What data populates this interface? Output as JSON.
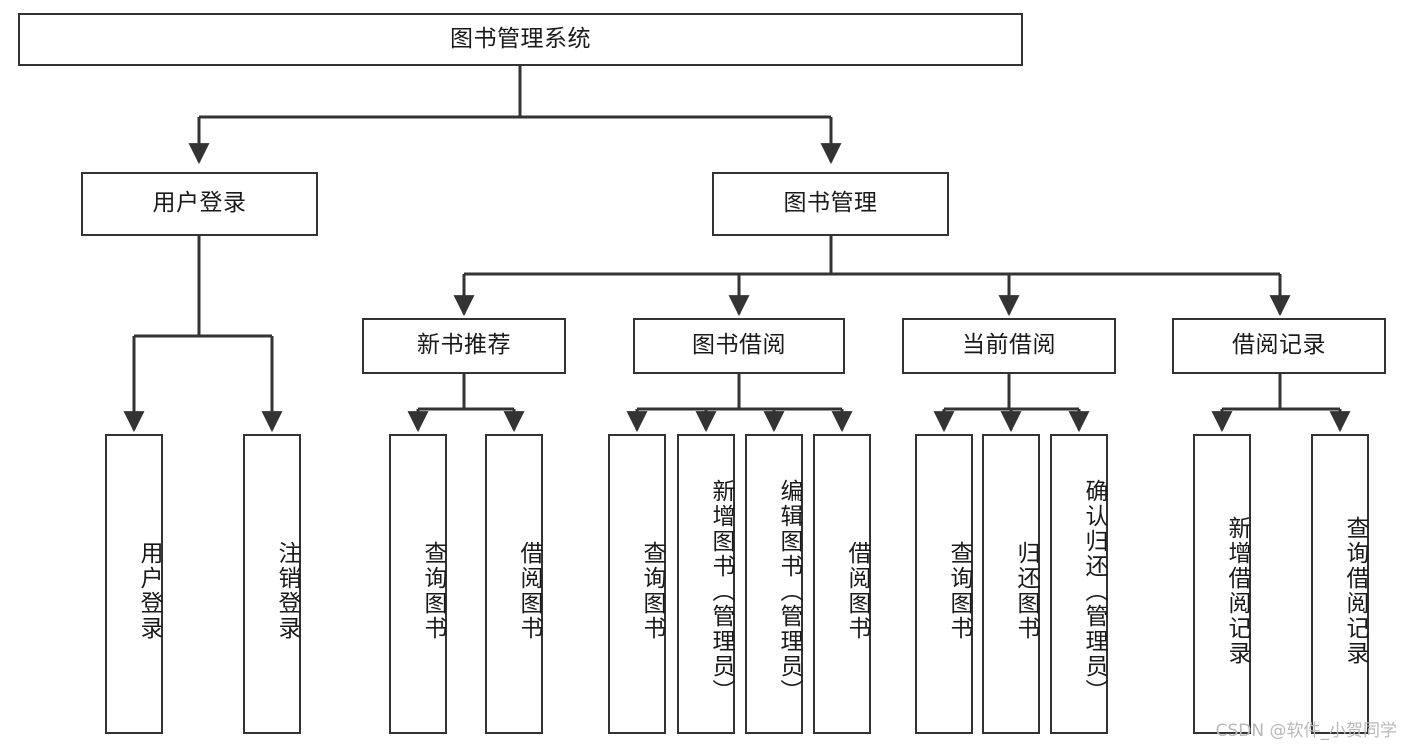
{
  "diagram": {
    "type": "hierarchy-tree",
    "title": "图书管理系统",
    "watermark": "CSDN @软件_小贺同学",
    "colors": {
      "box_border": "#333333",
      "box_fill": "#ffffff",
      "connector": "#333333",
      "text": "#1a1a1a",
      "watermark": "#b9b9b9"
    },
    "nodes": {
      "root": {
        "label": "图书管理系统",
        "level": 0,
        "orientation": "horizontal"
      },
      "l1": [
        {
          "label": "用户登录",
          "orientation": "horizontal"
        },
        {
          "label": "图书管理",
          "orientation": "horizontal"
        }
      ],
      "l2": [
        {
          "label": "新书推荐",
          "orientation": "horizontal"
        },
        {
          "label": "图书借阅",
          "orientation": "horizontal"
        },
        {
          "label": "当前借阅",
          "orientation": "horizontal"
        },
        {
          "label": "借阅记录",
          "orientation": "horizontal"
        }
      ],
      "leaves_user_login": [
        {
          "label": "用户登录",
          "orientation": "vertical"
        },
        {
          "label": "注销登录",
          "orientation": "vertical"
        }
      ],
      "leaves_new_books": [
        {
          "label": "查询图书",
          "orientation": "vertical"
        },
        {
          "label": "借阅图书",
          "orientation": "vertical"
        }
      ],
      "leaves_borrow": [
        {
          "label": "查询图书",
          "orientation": "vertical"
        },
        {
          "label": "新增图书（管理员）",
          "orientation": "vertical"
        },
        {
          "label": "编辑图书（管理员）",
          "orientation": "vertical"
        },
        {
          "label": "借阅图书",
          "orientation": "vertical"
        }
      ],
      "leaves_current": [
        {
          "label": "查询图书",
          "orientation": "vertical"
        },
        {
          "label": "归还图书",
          "orientation": "vertical"
        },
        {
          "label": "确认归还（管理员）",
          "orientation": "vertical"
        }
      ],
      "leaves_records": [
        {
          "label": "新增借阅记录",
          "orientation": "vertical"
        },
        {
          "label": "查询借阅记录",
          "orientation": "vertical"
        }
      ]
    }
  }
}
